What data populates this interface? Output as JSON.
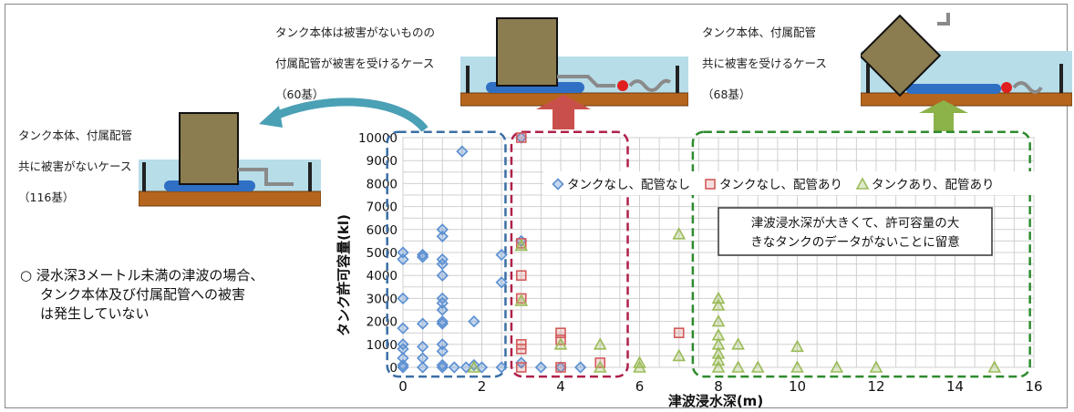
{
  "figure": {
    "captions": {
      "no_damage": [
        "タンク本体、付属配管",
        "共に被害がないケース",
        "（116基）"
      ],
      "pipe_damage": [
        "タンク本体は被害がないものの",
        "付属配管が被害を受けるケース",
        "（60基）"
      ],
      "both_damage": [
        "タンク本体、付属配管",
        "共に被害を受けるケース",
        "（68基）"
      ]
    },
    "note_marker": "○",
    "note_lines": [
      "浸水深3メートル未満の津波の場合、",
      "タンク本体及び付属配管への被害",
      "は発生していない"
    ],
    "callout_lines": [
      "津波浸水深が大きくて、許可容量の大",
      "きなタンクのデータがないことに留意"
    ],
    "colors": {
      "blue": "#5b8fd1",
      "red": "#d45a5a",
      "green": "#9bbb59",
      "blue_box": "#3a6ea5",
      "red_box": "#b0204a",
      "green_box": "#2e8b2e",
      "water": "#b7dde8",
      "ground": "#b5651d",
      "tank": "#8b7d50"
    }
  },
  "chart_data": {
    "type": "scatter",
    "xlabel": "津波浸水深(m)",
    "ylabel": "タンク許可容量(kl)",
    "xlim": [
      0,
      16
    ],
    "ylim": [
      0,
      10000
    ],
    "xticks": [
      0,
      2,
      4,
      6,
      8,
      10,
      12,
      14,
      16
    ],
    "yticks": [
      0,
      1000,
      2000,
      3000,
      4000,
      5000,
      6000,
      7000,
      8000,
      9000,
      10000
    ],
    "grid": true,
    "legend_position": "top-right",
    "series": [
      {
        "name": "タンクなし、配管なし",
        "marker": "diamond",
        "color": "#5b8fd1",
        "points": [
          [
            0,
            5000
          ],
          [
            0,
            4700
          ],
          [
            0,
            3000
          ],
          [
            0,
            1700
          ],
          [
            0,
            1000
          ],
          [
            0,
            800
          ],
          [
            0,
            400
          ],
          [
            0,
            100
          ],
          [
            0,
            0
          ],
          [
            0.5,
            4900
          ],
          [
            0.5,
            4800
          ],
          [
            0.5,
            1900
          ],
          [
            0.5,
            900
          ],
          [
            0.5,
            400
          ],
          [
            0.5,
            0
          ],
          [
            1,
            6000
          ],
          [
            1,
            5700
          ],
          [
            1,
            4700
          ],
          [
            1,
            4500
          ],
          [
            1,
            4000
          ],
          [
            1,
            3000
          ],
          [
            1,
            2800
          ],
          [
            1,
            2500
          ],
          [
            1,
            2000
          ],
          [
            1,
            1900
          ],
          [
            1,
            1000
          ],
          [
            1,
            700
          ],
          [
            1,
            100
          ],
          [
            1,
            0
          ],
          [
            1.3,
            0
          ],
          [
            1.5,
            9400
          ],
          [
            1.6,
            0
          ],
          [
            1.8,
            2000
          ],
          [
            1.8,
            100
          ],
          [
            2,
            0
          ],
          [
            2.5,
            4900
          ],
          [
            2.5,
            3700
          ],
          [
            2.5,
            0
          ],
          [
            3,
            10000
          ],
          [
            3,
            5500
          ],
          [
            3,
            200
          ],
          [
            3.5,
            0
          ],
          [
            4,
            0
          ],
          [
            4.5,
            0
          ]
        ]
      },
      {
        "name": "タンクなし、配管あり",
        "marker": "square",
        "color": "#d45a5a",
        "points": [
          [
            3,
            10000
          ],
          [
            3,
            5400
          ],
          [
            3,
            4000
          ],
          [
            3,
            3000
          ],
          [
            3,
            1000
          ],
          [
            3,
            800
          ],
          [
            3,
            0
          ],
          [
            4,
            1500
          ],
          [
            4,
            1200
          ],
          [
            4,
            0
          ],
          [
            5,
            200
          ],
          [
            7,
            1500
          ]
        ]
      },
      {
        "name": "タンクあり、配管あり",
        "marker": "triangle",
        "color": "#9bbb59",
        "points": [
          [
            1.8,
            0
          ],
          [
            3,
            5300
          ],
          [
            3,
            2900
          ],
          [
            4,
            1000
          ],
          [
            5,
            1000
          ],
          [
            5,
            0
          ],
          [
            6,
            200
          ],
          [
            6,
            0
          ],
          [
            7,
            5800
          ],
          [
            7,
            500
          ],
          [
            8,
            3000
          ],
          [
            8,
            2700
          ],
          [
            8,
            2000
          ],
          [
            8,
            1400
          ],
          [
            8,
            1000
          ],
          [
            8,
            600
          ],
          [
            8,
            300
          ],
          [
            8,
            0
          ],
          [
            8.5,
            1000
          ],
          [
            8.5,
            0
          ],
          [
            9,
            0
          ],
          [
            10,
            900
          ],
          [
            10,
            0
          ],
          [
            11,
            0
          ],
          [
            12,
            0
          ],
          [
            15,
            0
          ]
        ]
      }
    ]
  }
}
